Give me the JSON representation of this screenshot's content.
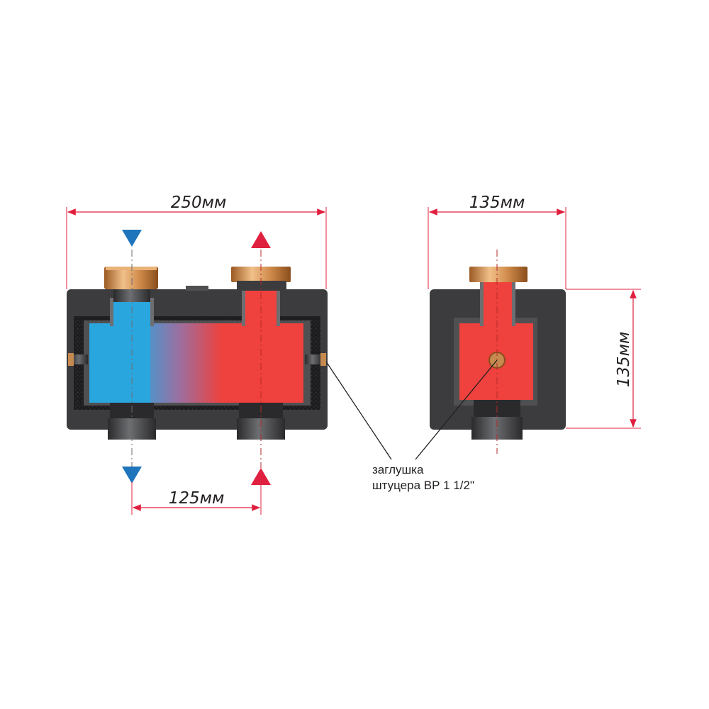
{
  "dimensions": {
    "front_width": "250мм",
    "side_width": "135мм",
    "side_height": "135мм",
    "pipe_spacing": "125мм"
  },
  "callout": {
    "line1": "заглушка",
    "line2": "штуцера ВР 1 1/2\""
  },
  "colors": {
    "hot": "#ef413d",
    "cold": "#2aa6df",
    "insulation": "#3c3c3e",
    "dimension_line": "#e0203f",
    "brass": "#c68a50"
  },
  "flow_markers": {
    "cold_top": "arrow-down",
    "hot_top": "arrow-up",
    "cold_bottom": "arrow-down",
    "hot_bottom": "arrow-up"
  }
}
